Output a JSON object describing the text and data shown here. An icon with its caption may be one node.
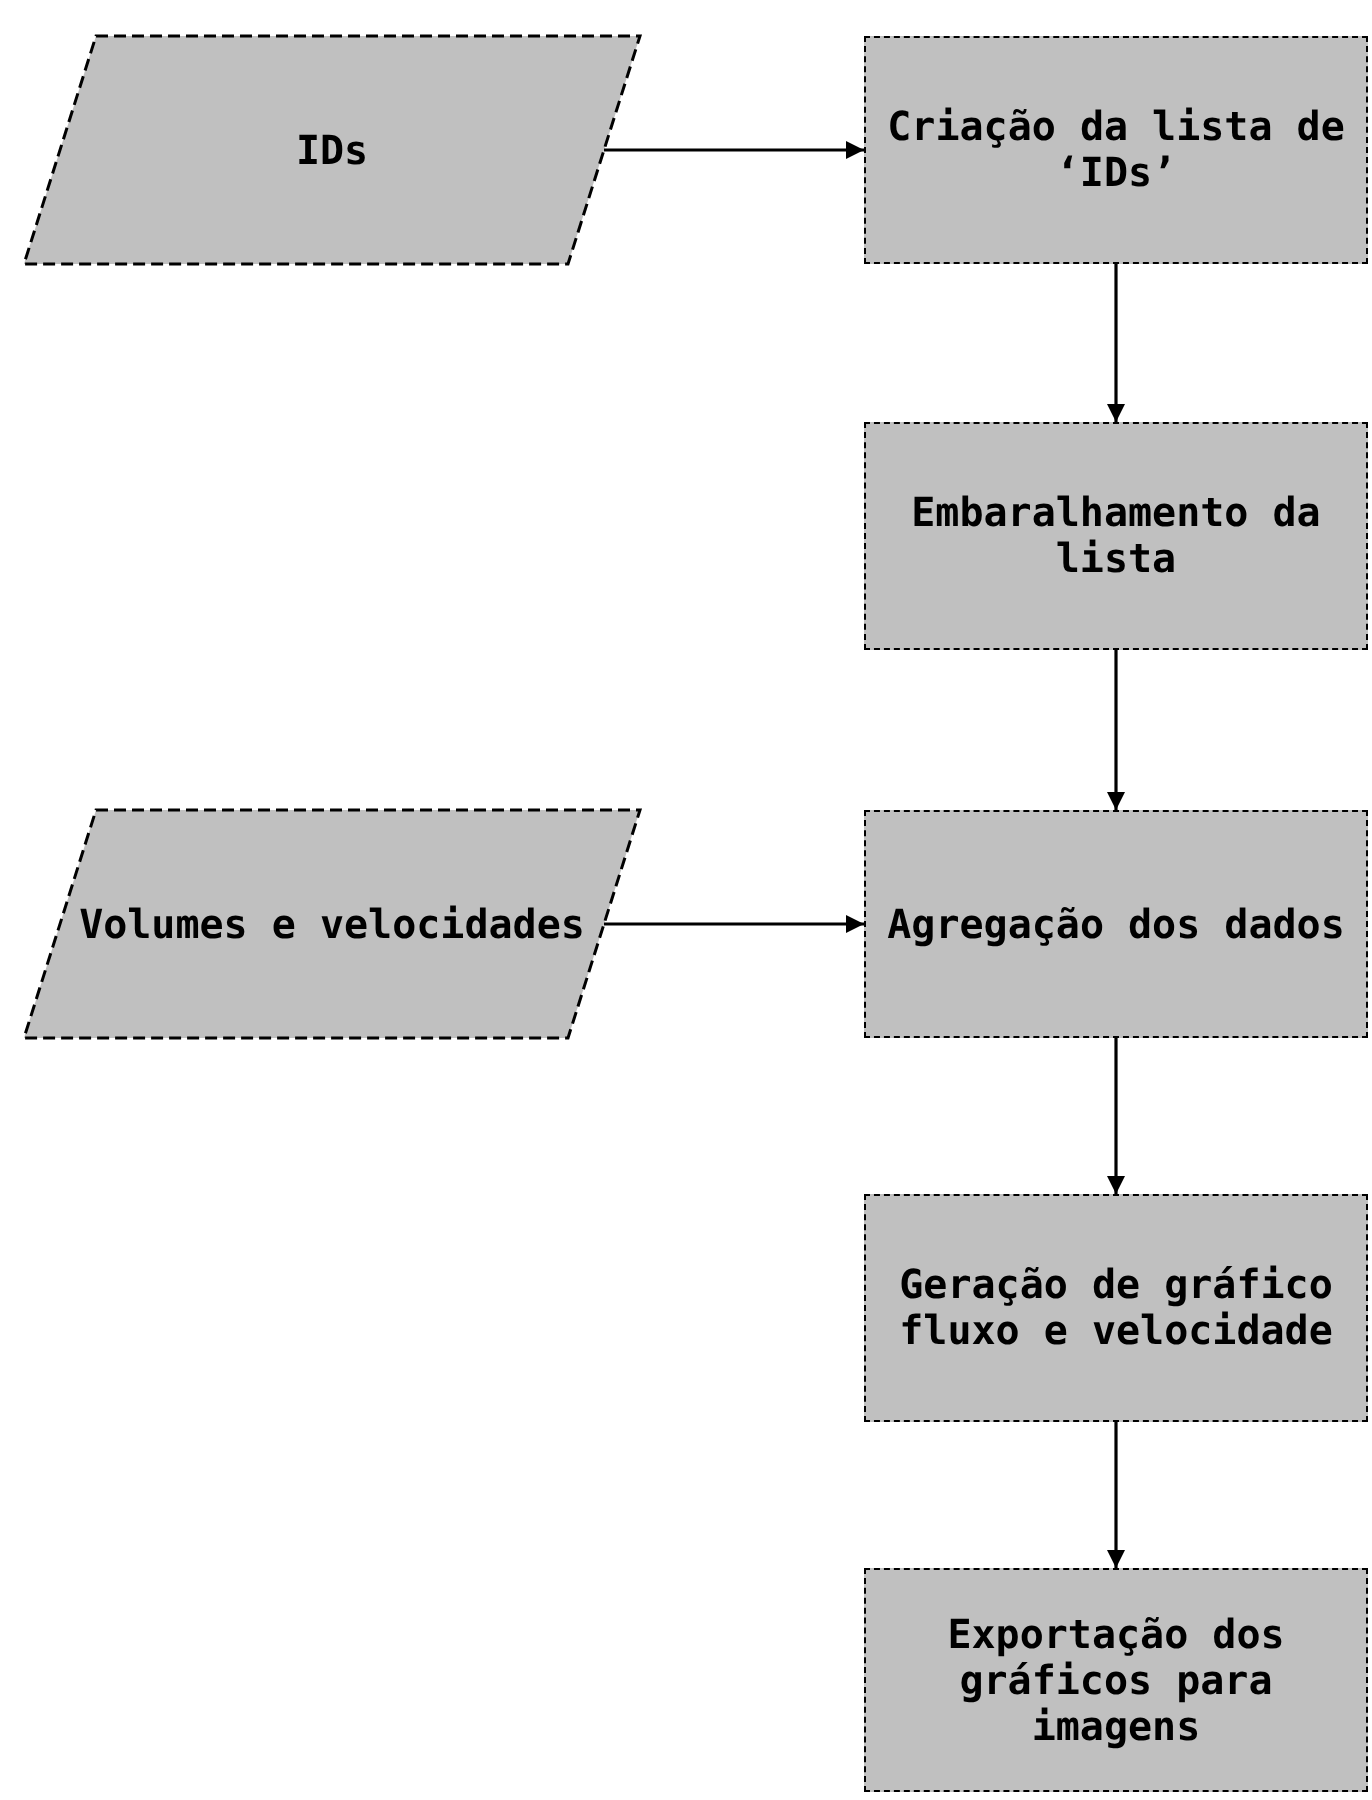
{
  "diagram": {
    "nodes": [
      {
        "text": [
          "IDs"
        ]
      },
      {
        "text": [
          "Criação da lista de ‘IDs’"
        ]
      },
      {
        "text": [
          "Embaralhamento da lista"
        ]
      },
      {
        "text": [
          "Volumes e velocidades"
        ]
      },
      {
        "text": [
          "Agregação dos dados"
        ]
      },
      {
        "text": [
          "Geração de gráfico fluxo e velocidade"
        ]
      },
      {
        "text": [
          "Exportação dos gráficos para imagens"
        ]
      }
    ],
    "edges": [
      {
        "from": 0,
        "to": 1,
        "arrow": "to"
      },
      {
        "from": 1,
        "to": 2,
        "arrow": "to"
      },
      {
        "from": 2,
        "to": 4,
        "arrow": "to"
      },
      {
        "from": 3,
        "to": 4,
        "arrow": "to"
      },
      {
        "from": 4,
        "to": 5,
        "arrow": "to"
      },
      {
        "from": 5,
        "to": 6,
        "arrow": "to"
      }
    ]
  }
}
